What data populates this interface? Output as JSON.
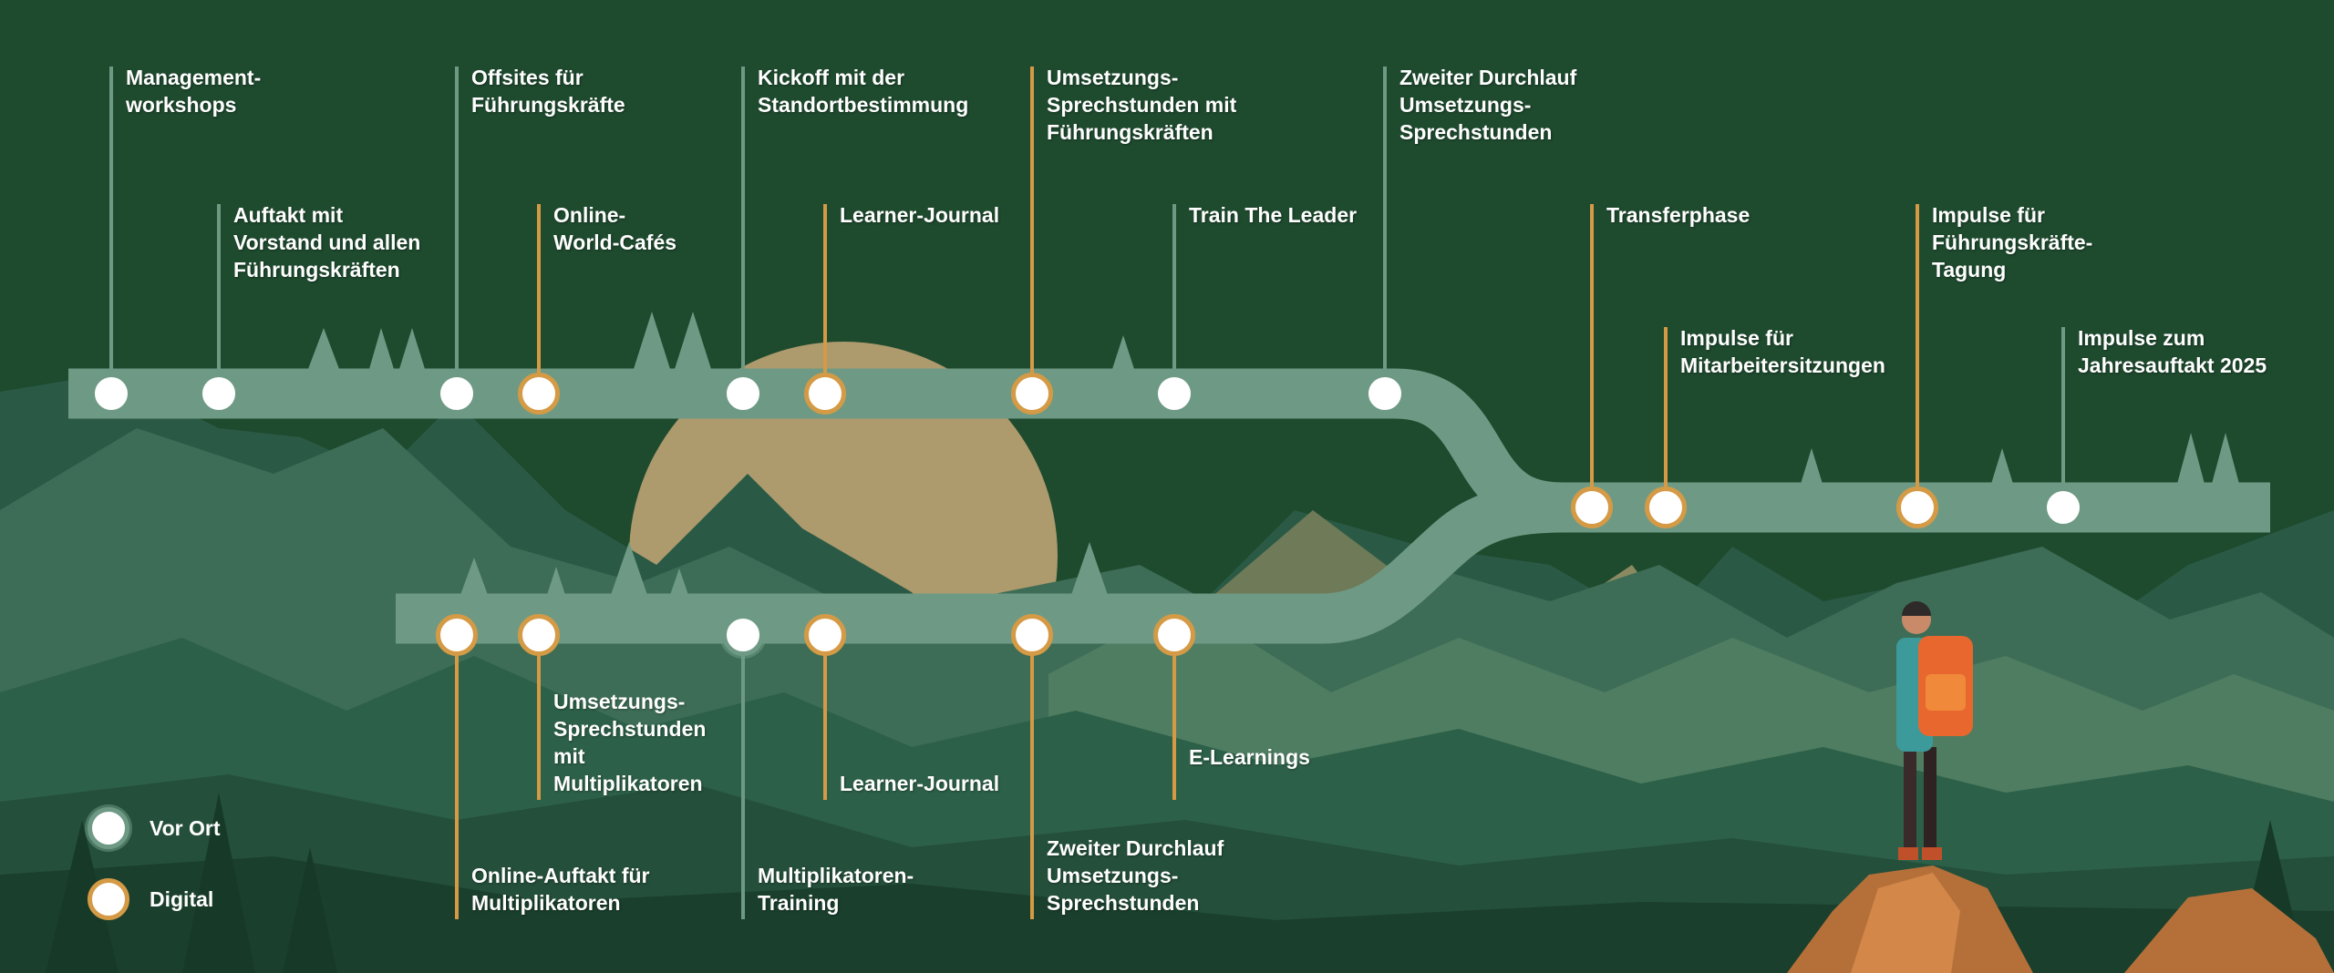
{
  "colors": {
    "background": "#1e4a2e",
    "track": "#6e9a85",
    "digital": "#d49a45",
    "sun": "#ad9a6d"
  },
  "legend": {
    "on_site": "Vor Ort",
    "digital": "Digital"
  },
  "top_track": [
    {
      "label": "Management-\nworkshops",
      "type": "Vor Ort"
    },
    {
      "label": "Auftakt mit\nVorstand und allen\nFührungskräften",
      "type": "Vor Ort"
    },
    {
      "label": "Offsites für\nFührungskräfte",
      "type": "Vor Ort"
    },
    {
      "label": "Online-\nWorld-Cafés",
      "type": "Digital"
    },
    {
      "label": "Kickoff mit der\nStandortbestimmung",
      "type": "Vor Ort"
    },
    {
      "label": "Learner-Journal",
      "type": "Digital"
    },
    {
      "label": "Umsetzungs-\nSprechstunden mit\nFührungskräften",
      "type": "Digital"
    },
    {
      "label": "Train The Leader",
      "type": "Vor Ort"
    },
    {
      "label": "Zweiter Durchlauf\nUmsetzungs-\nSprechstunden",
      "type": "Vor Ort"
    }
  ],
  "merged_track": [
    {
      "label": "Transferphase",
      "type": "Digital"
    },
    {
      "label": "Impulse für\nMitarbeitersitzungen",
      "type": "Digital"
    },
    {
      "label": "Impulse für\nFührungskräfte-\nTagung",
      "type": "Digital"
    },
    {
      "label": "Impulse zum\nJahresauftakt 2025",
      "type": "Vor Ort"
    }
  ],
  "bottom_track": [
    {
      "label": "Online-Auftakt für\nMultiplikatoren",
      "type": "Digital"
    },
    {
      "label": "Umsetzungs-\nSprechstunden\nmit\nMultiplikatoren",
      "type": "Digital"
    },
    {
      "label": "Multiplikatoren-\nTraining",
      "type": "Vor Ort"
    },
    {
      "label": "Learner-Journal",
      "type": "Digital"
    },
    {
      "label": "Zweiter Durchlauf\nUmsetzungs-\nSprechstunden",
      "type": "Digital"
    },
    {
      "label": "E-Learnings",
      "type": "Digital"
    }
  ]
}
